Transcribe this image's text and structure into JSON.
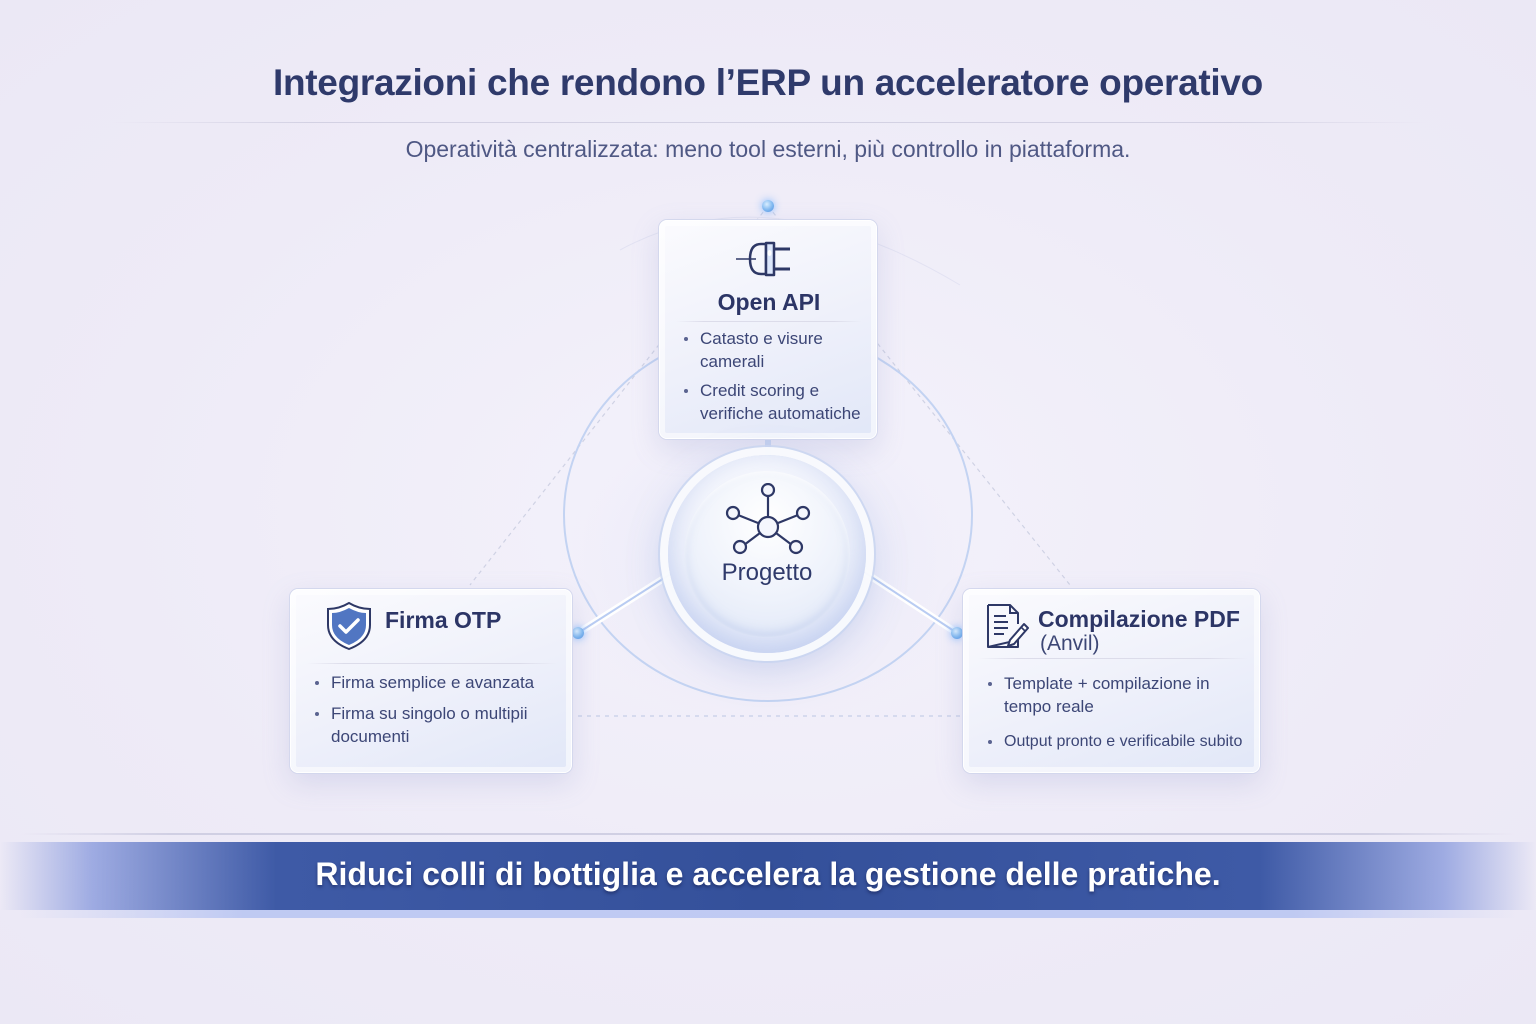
{
  "header": {
    "title": "Integrazioni che rendono l’ERP un acceleratore operativo",
    "subtitle": "Operatività centralizzata: meno tool esterni, più controllo in piattaforma."
  },
  "hub": {
    "label": "Progetto",
    "icon": "network-hub-icon"
  },
  "cards": {
    "open_api": {
      "title": "Open API",
      "icon": "plug-icon",
      "bullets": [
        "Catasto e visure camerali",
        "Credit scoring e verifiche automatiche"
      ]
    },
    "firma_otp": {
      "title": "Firma OTP",
      "icon": "shield-check-icon",
      "bullets": [
        "Firma semplice e avanzata",
        "Firma su singolo o multipii documenti"
      ]
    },
    "compilazione_pdf": {
      "title": "Compilazione PDF",
      "subtitle": "(Anvil)",
      "icon": "document-pen-icon",
      "bullets": [
        "Template + compilazione in tempo reale",
        "Output pronto e verificabile subito"
      ]
    }
  },
  "banner": {
    "text": "Riduci colli di bottiglia e accelera la gestione delle pratiche."
  },
  "colors": {
    "background": "#eeebf7",
    "title": "#2f3a6b",
    "accent_blue": "#4f8fe0",
    "banner": "#34509a",
    "ring": "#c3d3f2"
  }
}
